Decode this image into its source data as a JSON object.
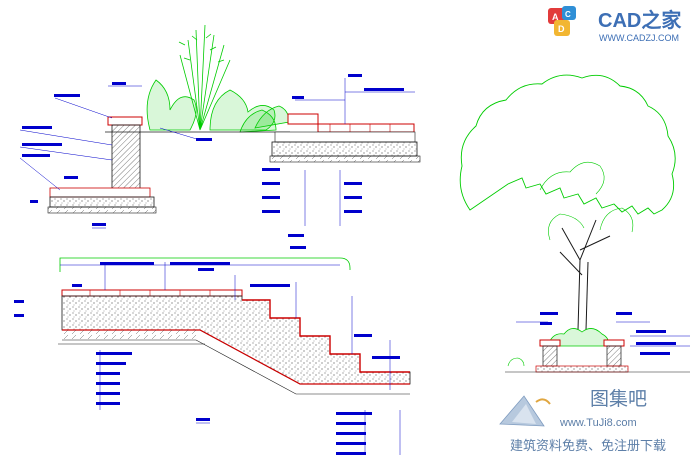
{
  "watermark_top": {
    "logo_text": "CAD之家",
    "url": "WWW.CADZJ.COM",
    "icon_letters": "ACD"
  },
  "watermark_bottom": {
    "site_name": "图集吧",
    "url": "www.TuJi8.com",
    "slogan": "建筑资料免费、免注册下载"
  },
  "colors": {
    "background": "#ffffff",
    "plant_green": "#00cc00",
    "outline_dark": "#1a1a1a",
    "paving_red": "#cc0000",
    "leader_blue": "#0000cc",
    "watermark_blue": "#3d6fb5"
  }
}
